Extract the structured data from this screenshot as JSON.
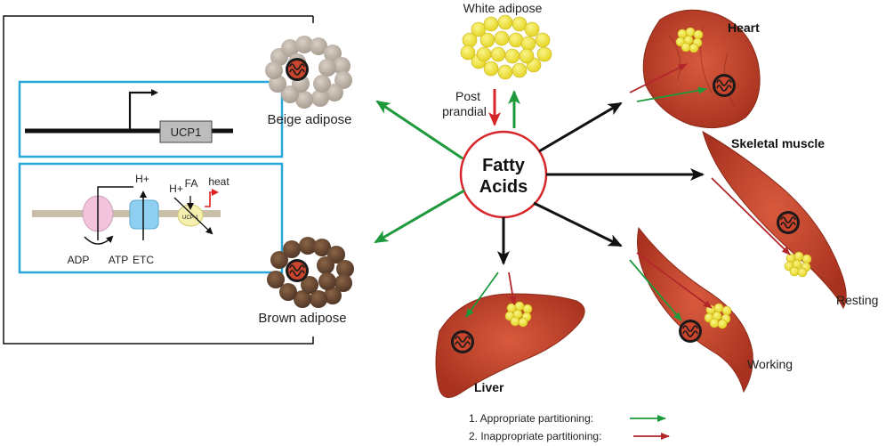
{
  "center": {
    "line1": "Fatty",
    "line2": "Acids"
  },
  "tissues": {
    "white_adipose": "White adipose",
    "beige_adipose": "Beige adipose",
    "brown_adipose": "Brown adipose",
    "heart": "Heart",
    "skeletal_muscle": "Skeletal muscle",
    "liver": "Liver",
    "resting": "Resting",
    "working": "Working"
  },
  "postprandial": {
    "line1": "Post",
    "line2": "prandial"
  },
  "inset_gene": {
    "gene": "UCP1"
  },
  "inset_membrane": {
    "h_plus_top": "H+",
    "h_plus_left": "H+",
    "fa": "FA",
    "heat": "heat",
    "ucp1_small": "UCP-1",
    "adp": "ADP",
    "atp": "ATP",
    "etc": "ETC"
  },
  "legend": {
    "item1": "1.  Appropriate partitioning:",
    "item2": "2.  Inappropriate partitioning:"
  },
  "colors": {
    "green": "#1e9a3c",
    "red": "#d6262a",
    "black": "#111111",
    "muscle": "#c9452d",
    "fat": "#f2e63a",
    "inset_border": "#2aa7d9"
  }
}
